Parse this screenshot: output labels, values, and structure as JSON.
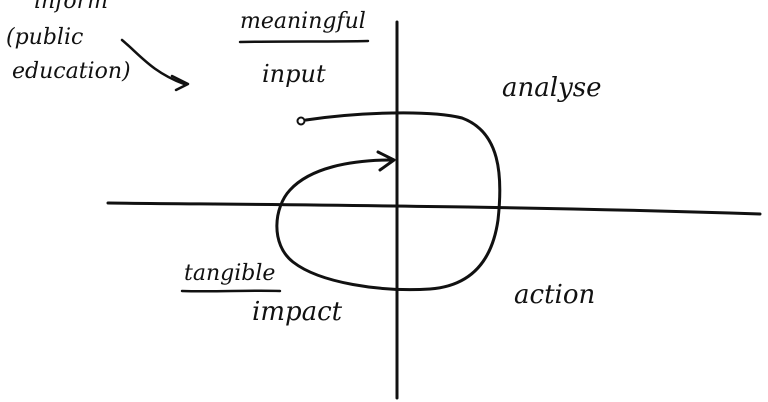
{
  "labels": {
    "inform": "inform",
    "public": "(public",
    "education": "education)",
    "meaningful": "meaningful",
    "input": "input",
    "analyse": "analyse",
    "tangible": "tangible",
    "impact": "impact",
    "action": "action"
  },
  "colors": {
    "ink": "#111111",
    "paper": "#ffffff"
  }
}
